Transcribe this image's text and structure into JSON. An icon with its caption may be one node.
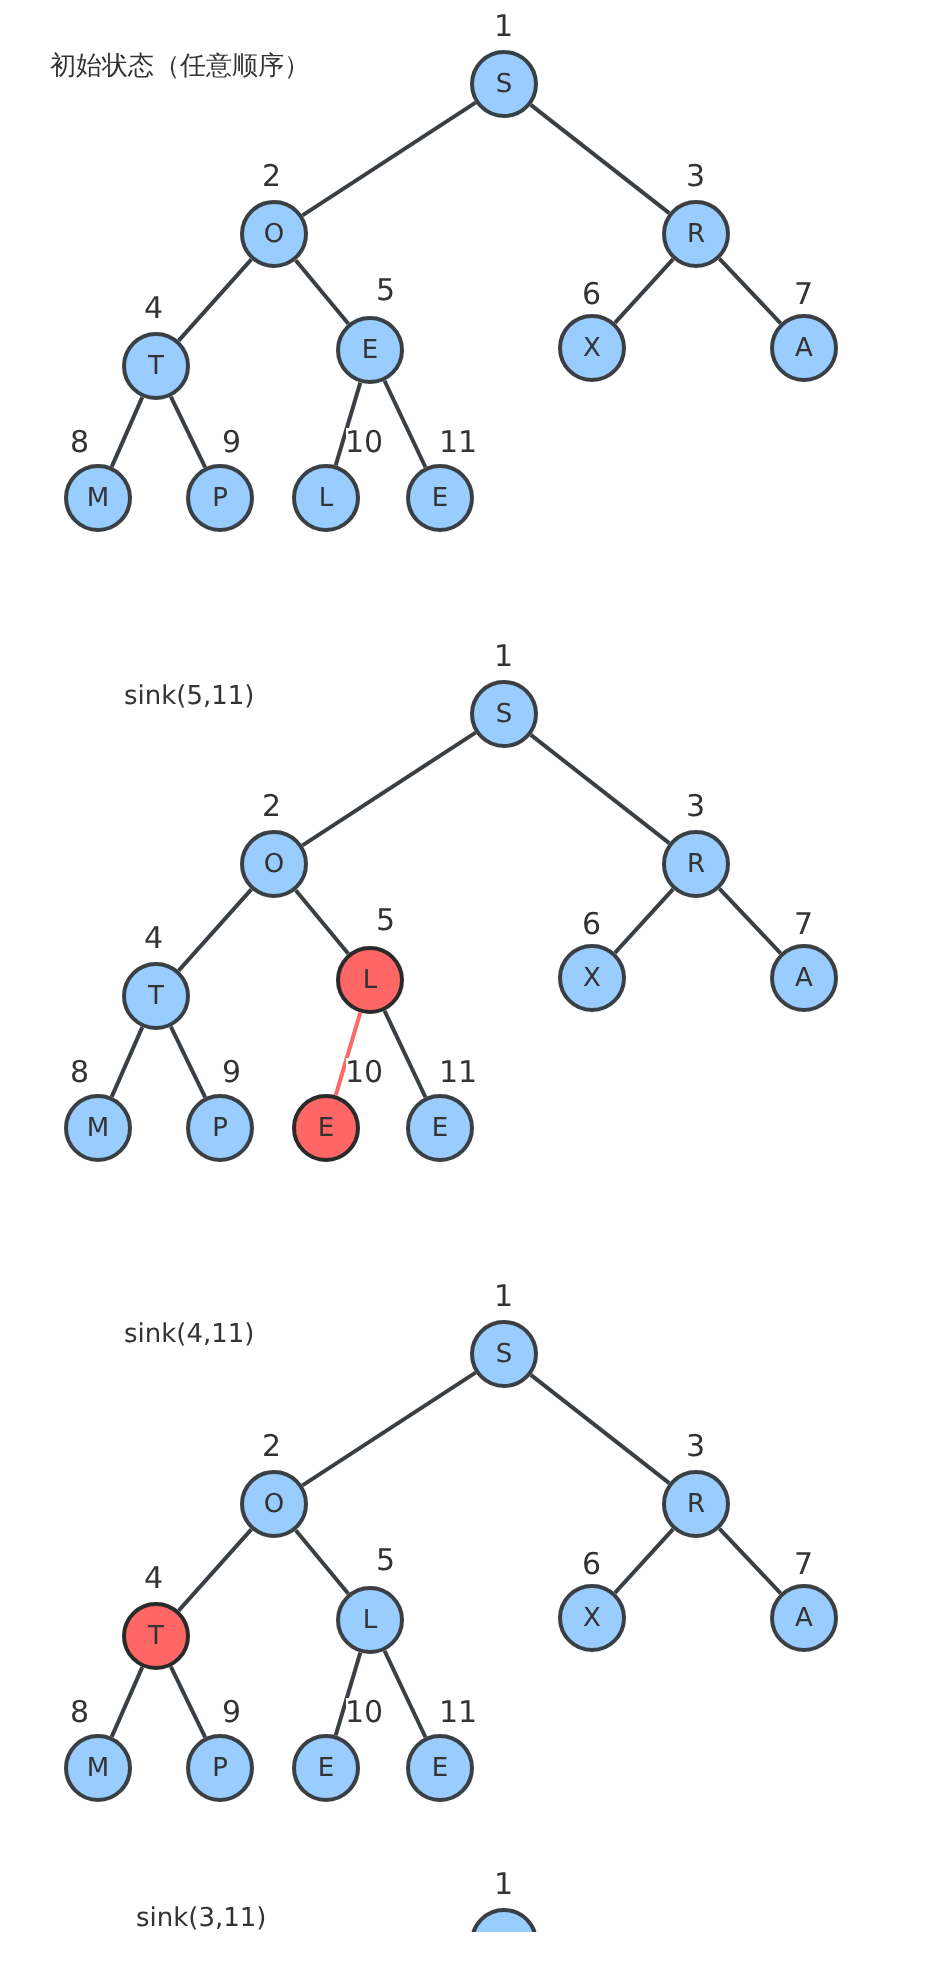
{
  "diagram": {
    "nodes": [
      {
        "text": [
          "S"
        ],
        "beside": [
          "1"
        ]
      },
      {
        "text": [
          "O"
        ],
        "beside": [
          "2"
        ]
      },
      {
        "text": [
          "R"
        ],
        "beside": [
          "3"
        ]
      },
      {
        "text": [
          "T"
        ],
        "beside": [
          "4"
        ]
      },
      {
        "text": [
          "E"
        ],
        "beside": [
          "5"
        ]
      },
      {
        "text": [
          "X"
        ],
        "beside": [
          "6"
        ]
      },
      {
        "text": [
          "A"
        ],
        "beside": [
          "7"
        ]
      },
      {
        "text": [
          "M"
        ],
        "beside": [
          "8"
        ]
      },
      {
        "text": [
          "P"
        ],
        "beside": [
          "9"
        ]
      },
      {
        "text": [
          "L"
        ],
        "beside": [
          "10"
        ]
      },
      {
        "text": [
          "E"
        ],
        "beside": [
          "11"
        ]
      },
      {
        "text": [
          "S"
        ],
        "beside": [
          "1"
        ]
      },
      {
        "text": [
          "O"
        ],
        "beside": [
          "2"
        ]
      },
      {
        "text": [
          "R"
        ],
        "beside": [
          "3"
        ]
      },
      {
        "text": [
          "T"
        ],
        "beside": [
          "4"
        ]
      },
      {
        "text": [
          "L"
        ],
        "beside": [
          "5"
        ]
      },
      {
        "text": [
          "X"
        ],
        "beside": [
          "6"
        ]
      },
      {
        "text": [
          "A"
        ],
        "beside": [
          "7"
        ]
      },
      {
        "text": [
          "M"
        ],
        "beside": [
          "8"
        ]
      },
      {
        "text": [
          "P"
        ],
        "beside": [
          "9"
        ]
      },
      {
        "text": [
          "E"
        ],
        "beside": [
          "10"
        ]
      },
      {
        "text": [
          "E"
        ],
        "beside": [
          "11"
        ]
      },
      {
        "text": [
          "S"
        ],
        "beside": [
          "1"
        ]
      },
      {
        "text": [
          "O"
        ],
        "beside": [
          "2"
        ]
      },
      {
        "text": [
          "R"
        ],
        "beside": [
          "3"
        ]
      },
      {
        "text": [
          "T"
        ],
        "beside": [
          "4"
        ]
      },
      {
        "text": [
          "L"
        ],
        "beside": [
          "5"
        ]
      },
      {
        "text": [
          "X"
        ],
        "beside": [
          "6"
        ]
      },
      {
        "text": [
          "A"
        ],
        "beside": [
          "7"
        ]
      },
      {
        "text": [
          "M"
        ],
        "beside": [
          "8"
        ]
      },
      {
        "text": [
          "P"
        ],
        "beside": [
          "9"
        ]
      },
      {
        "text": [
          "E"
        ],
        "beside": [
          "10"
        ]
      },
      {
        "text": [
          "E"
        ],
        "beside": [
          "11"
        ]
      },
      {
        "text": [],
        "shape": "circle",
        "beside": [
          "1"
        ]
      }
    ],
    "edges": [
      {
        "from": 0,
        "to": 1,
        "arrow": "none"
      },
      {
        "from": 0,
        "to": 2,
        "arrow": "none"
      },
      {
        "from": 1,
        "to": 3,
        "arrow": "none"
      },
      {
        "from": 1,
        "to": 4,
        "arrow": "none"
      },
      {
        "from": 2,
        "to": 5,
        "arrow": "none"
      },
      {
        "from": 2,
        "to": 6,
        "arrow": "none"
      },
      {
        "from": 3,
        "to": 7,
        "arrow": "none"
      },
      {
        "from": 3,
        "to": 8,
        "arrow": "none"
      },
      {
        "from": 4,
        "to": 9,
        "arrow": "none"
      },
      {
        "from": 4,
        "to": 10,
        "arrow": "none"
      },
      {
        "from": 11,
        "to": 12,
        "arrow": "none"
      },
      {
        "from": 11,
        "to": 13,
        "arrow": "none"
      },
      {
        "from": 12,
        "to": 14,
        "arrow": "none"
      },
      {
        "from": 12,
        "to": 15,
        "arrow": "none"
      },
      {
        "from": 13,
        "to": 16,
        "arrow": "none"
      },
      {
        "from": 13,
        "to": 17,
        "arrow": "none"
      },
      {
        "from": 14,
        "to": 18,
        "arrow": "none"
      },
      {
        "from": 14,
        "to": 19,
        "arrow": "none"
      },
      {
        "from": 15,
        "to": 20,
        "arrow": "none",
        "color": "#ff6666"
      },
      {
        "from": 15,
        "to": 21,
        "arrow": "none"
      },
      {
        "from": 22,
        "to": 23,
        "arrow": "none"
      },
      {
        "from": 22,
        "to": 24,
        "arrow": "none"
      },
      {
        "from": 23,
        "to": 25,
        "arrow": "none"
      },
      {
        "from": 23,
        "to": 26,
        "arrow": "none"
      },
      {
        "from": 24,
        "to": 27,
        "arrow": "none"
      },
      {
        "from": 24,
        "to": 28,
        "arrow": "none"
      },
      {
        "from": 25,
        "to": 29,
        "arrow": "none"
      },
      {
        "from": 25,
        "to": 30,
        "arrow": "none"
      },
      {
        "from": 26,
        "to": 31,
        "arrow": "none"
      },
      {
        "from": 26,
        "to": 32,
        "arrow": "none"
      }
    ],
    "labels": [
      "初始状态（任意顺序）",
      "sink(5,11)",
      "sink(4,11)",
      "sink(3,11)"
    ]
  }
}
